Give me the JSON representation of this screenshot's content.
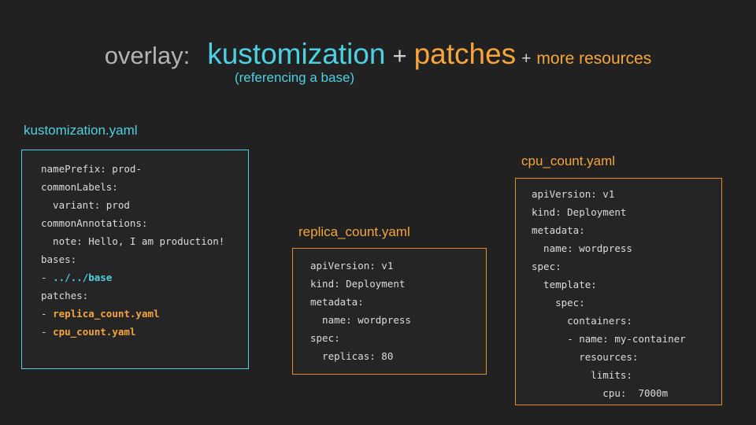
{
  "slide": {
    "background_color": "#212121",
    "title": {
      "label": "overlay:",
      "term_primary": "kustomization",
      "separator_1": "+",
      "term_secondary": "patches",
      "separator_2": "+",
      "term_tertiary": "more resources",
      "subtitle": "(referencing a base)",
      "colors": {
        "label": "#b3b3b3",
        "primary": "#4dd0e1",
        "secondary": "#f5a53c",
        "separator": "#d0d0d0",
        "subtitle": "#4dd0e1"
      }
    },
    "files": [
      {
        "name": "kustomization-yaml",
        "label": "kustomization.yaml",
        "label_color": "#4dd0e1",
        "border_color": "#4dd0e1",
        "lines": [
          [
            {
              "t": "namePrefix: prod-",
              "c": "plain"
            }
          ],
          [
            {
              "t": "commonLabels:",
              "c": "plain"
            }
          ],
          [
            {
              "t": "  variant: prod",
              "c": "plain"
            }
          ],
          [
            {
              "t": "commonAnnotations:",
              "c": "plain"
            }
          ],
          [
            {
              "t": "  note: Hello, I am production!",
              "c": "plain"
            }
          ],
          [
            {
              "t": "bases:",
              "c": "plain"
            }
          ],
          [
            {
              "t": "- ",
              "c": "dash"
            },
            {
              "t": "../../base",
              "c": "cyan"
            }
          ],
          [
            {
              "t": "patches:",
              "c": "plain"
            }
          ],
          [
            {
              "t": "- ",
              "c": "dash"
            },
            {
              "t": "replica_count.yaml",
              "c": "orange"
            }
          ],
          [
            {
              "t": "- ",
              "c": "dash"
            },
            {
              "t": "cpu_count.yaml",
              "c": "orange"
            }
          ]
        ]
      },
      {
        "name": "replica-count-yaml",
        "label": "replica_count.yaml",
        "label_color": "#f5a53c",
        "border_color": "#e08b2e",
        "lines": [
          [
            {
              "t": "apiVersion: v1",
              "c": "plain"
            }
          ],
          [
            {
              "t": "kind: Deployment",
              "c": "plain"
            }
          ],
          [
            {
              "t": "metadata:",
              "c": "plain"
            }
          ],
          [
            {
              "t": "  name: wordpress",
              "c": "plain"
            }
          ],
          [
            {
              "t": "spec:",
              "c": "plain"
            }
          ],
          [
            {
              "t": "  replicas: 80",
              "c": "plain"
            }
          ]
        ]
      },
      {
        "name": "cpu-count-yaml",
        "label": "cpu_count.yaml",
        "label_color": "#f5a53c",
        "border_color": "#e08b2e",
        "lines": [
          [
            {
              "t": "apiVersion: v1",
              "c": "plain"
            }
          ],
          [
            {
              "t": "kind: Deployment",
              "c": "plain"
            }
          ],
          [
            {
              "t": "metadata:",
              "c": "plain"
            }
          ],
          [
            {
              "t": "  name: wordpress",
              "c": "plain"
            }
          ],
          [
            {
              "t": "spec:",
              "c": "plain"
            }
          ],
          [
            {
              "t": "  template:",
              "c": "plain"
            }
          ],
          [
            {
              "t": "    spec:",
              "c": "plain"
            }
          ],
          [
            {
              "t": "      containers:",
              "c": "plain"
            }
          ],
          [
            {
              "t": "      - name: my-container",
              "c": "plain"
            }
          ],
          [
            {
              "t": "        resources:",
              "c": "plain"
            }
          ],
          [
            {
              "t": "          limits:",
              "c": "plain"
            }
          ],
          [
            {
              "t": "            cpu:  7000m",
              "c": "plain"
            }
          ]
        ]
      }
    ]
  }
}
